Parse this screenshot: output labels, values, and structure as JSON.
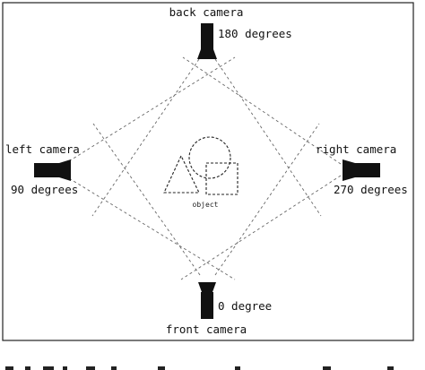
{
  "cameras": {
    "back": {
      "name": "back camera",
      "angle": "180 degrees"
    },
    "left": {
      "name": "left camera",
      "angle": "90 degrees"
    },
    "right": {
      "name": "right camera",
      "angle": "270 degrees"
    },
    "front": {
      "name": "front camera",
      "angle": "0 degree"
    }
  },
  "object_label": "object"
}
